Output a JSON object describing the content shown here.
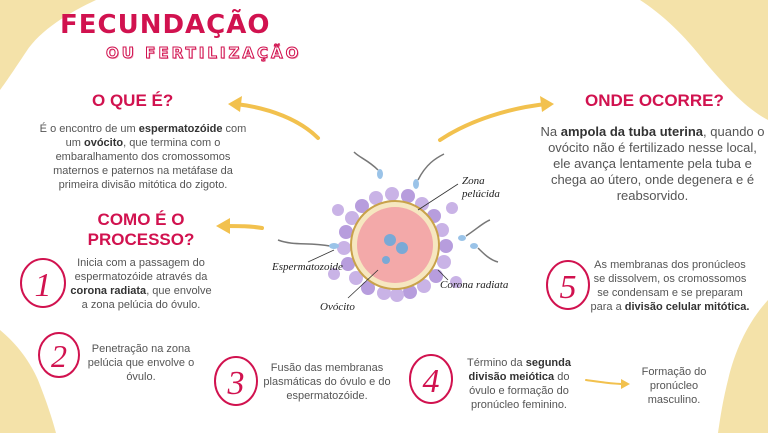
{
  "title": {
    "line1": "FECUNDAÇÃO",
    "line2": "OU FERTILIZAÇÃO"
  },
  "what": {
    "heading": "O QUE É?",
    "text_a": "É o encontro de um ",
    "bold_1": "espermatozóide",
    "text_b": " com um ",
    "bold_2": "ovócito",
    "text_c": ", que termina com o embaralhamento dos cromossomos maternos e paternos na metáfase da primeira divisão mitótica do zigoto."
  },
  "where": {
    "heading": "ONDE OCORRE?",
    "text_a": "Na ",
    "bold_1": "ampola da tuba uterina",
    "text_b": ", quando o ovócito não é fertilizado nesse local, ele avança lentamente pela tuba e chega ao útero, onde degenera e é reabsorvido."
  },
  "process": {
    "heading_line1": "COMO É O",
    "heading_line2": "PROCESSO?"
  },
  "steps": [
    {
      "number": "1",
      "text_a": "Inicia com a passagem do espermatozóide através da ",
      "bold": "corona radiata",
      "text_b": ", que envolve a zona pelúcia do óvulo."
    },
    {
      "number": "2",
      "text": "Penetração na zona pelúcia que envolve o óvulo."
    },
    {
      "number": "3",
      "text": "Fusão das membranas plasmáticas do óvulo e do espermatozóide."
    },
    {
      "number": "4",
      "text_a": "Término da ",
      "bold": "segunda divisão meiótica",
      "text_b": " do óvulo e formação do pronúcleo feminino."
    },
    {
      "number": "5",
      "text_a": "As membranas dos pronúcleos se dissolvem, os cromossomos se condensam e se preparam para a ",
      "bold": "divisão celular mitótica."
    }
  ],
  "pronucleus_male": "Formação do pronúcleo masculino.",
  "diagram_labels": {
    "zona": "Zona",
    "pelucida": "pelúcida",
    "espermatozoide": "Espermatozoide",
    "corona": "Corona radiata",
    "ovocito": "Ovócito"
  },
  "colors": {
    "accent": "#d1124f",
    "blob": "#f4e2a9",
    "arrow": "#f2c14e"
  }
}
